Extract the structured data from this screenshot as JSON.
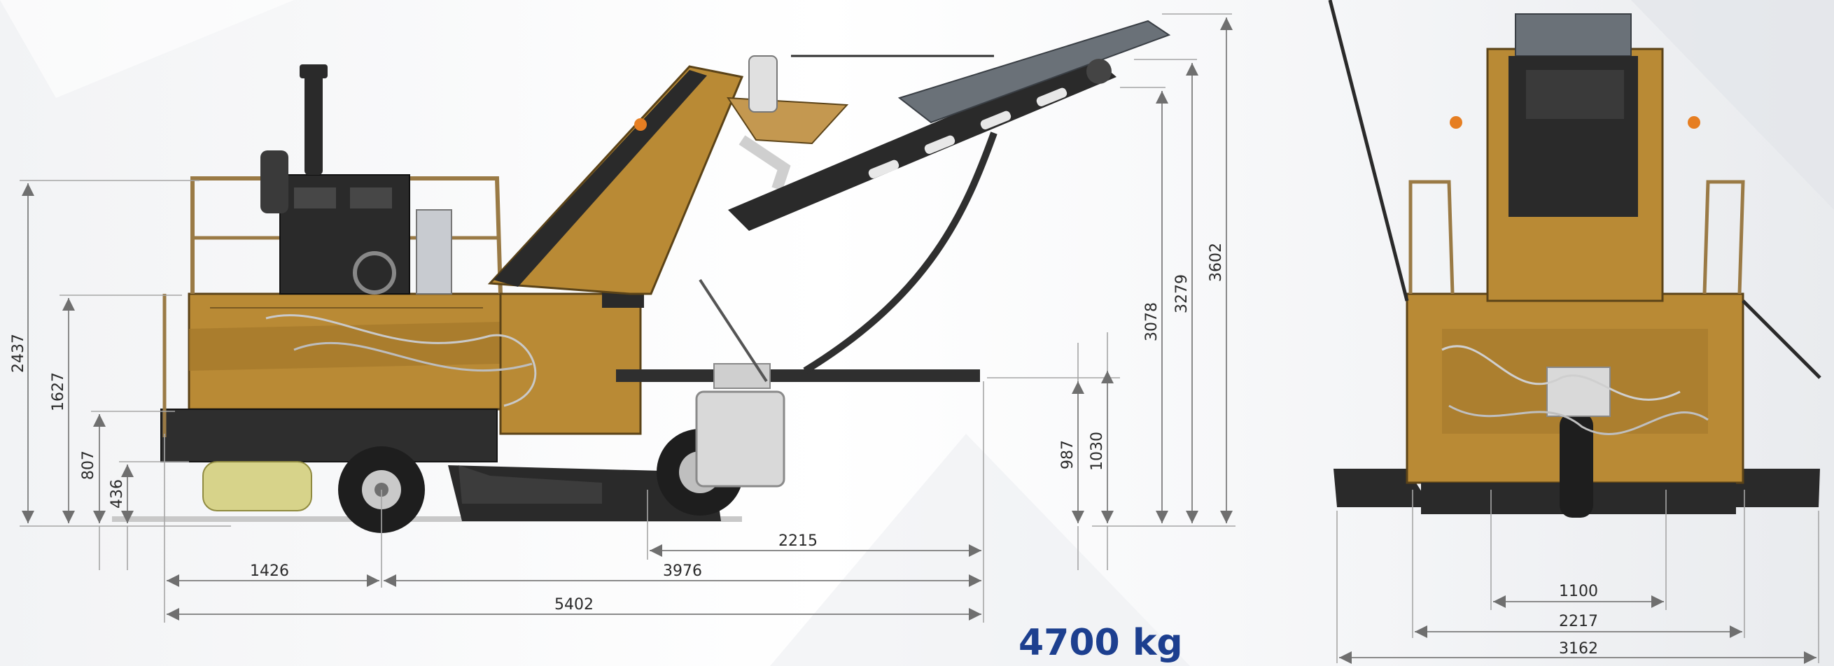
{
  "colors": {
    "body_ochre": "#b98a35",
    "body_dark": "#2b2b2b",
    "steel": "#5f6670",
    "tire": "#1e1e1e",
    "weight_text": "#1d3f8f"
  },
  "weight": "4700 kg",
  "side_view": {
    "dimensions": {
      "height_overall": "2437",
      "height_platform": "1627",
      "height_807": "807",
      "height_436": "436",
      "length_1426": "1426",
      "length_3976": "3976",
      "length_5402": "5402",
      "length_2215": "2215",
      "elev_3078": "3078",
      "elev_3279": "3279",
      "elev_3602": "3602",
      "height_987": "987",
      "height_1030": "1030"
    }
  },
  "rear_view": {
    "dimensions": {
      "width_1100": "1100",
      "width_2217": "2217",
      "width_3162": "3162"
    }
  }
}
